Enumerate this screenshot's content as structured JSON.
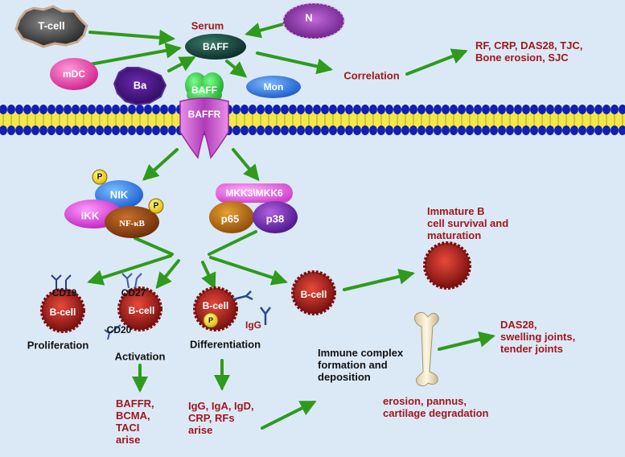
{
  "cells": {
    "tcell": "T-cell",
    "mdc": "mDC",
    "ba": "Ba",
    "n": "N",
    "mon": "Mon",
    "bcell": "B-cell"
  },
  "serum": {
    "label": "Serum",
    "baff": "BAFF"
  },
  "receptor": {
    "baff": "BAFF",
    "baffr": "BAFFR"
  },
  "correlation": {
    "label": "Correlation",
    "targets": "RF, CRP, DAS28, TJC,\nBone erosion, SJC"
  },
  "nfkb_path": {
    "nik": "NIK",
    "ikk": "IKK",
    "nfkb": "NF-κB",
    "p": "P"
  },
  "mapk_path": {
    "mkk": "MKK3\\MKK6",
    "p65": "p65",
    "p38": "p38"
  },
  "bcells": {
    "cd19": "CD19",
    "cd27": "CD27",
    "cd20": "CD20",
    "igg": "IgG",
    "p": "P",
    "proliferation": "Proliferation",
    "activation": "Activation",
    "differentiation": "Differentiation",
    "survival": "Immature B\ncell survival and\nmaturation"
  },
  "outcomes": {
    "receptors": "BAFFR,\nBCMA,\nTACI\narise",
    "antibodies": "IgG, IgA, IgD,\nCRP, RFs\narise",
    "immune_complex": "Immune complex\nformation and\ndeposition",
    "joint_damage": "erosion, pannus,\ncartilage degradation",
    "clinical": "DAS28,\nswelling joints,\ntender joints"
  },
  "colors": {
    "background": "#dbe9f6",
    "arrow": "#2f9a1c",
    "label_red": "#a2161b",
    "membrane_head": "#1020b0",
    "membrane_tail": "#f2e84a"
  }
}
